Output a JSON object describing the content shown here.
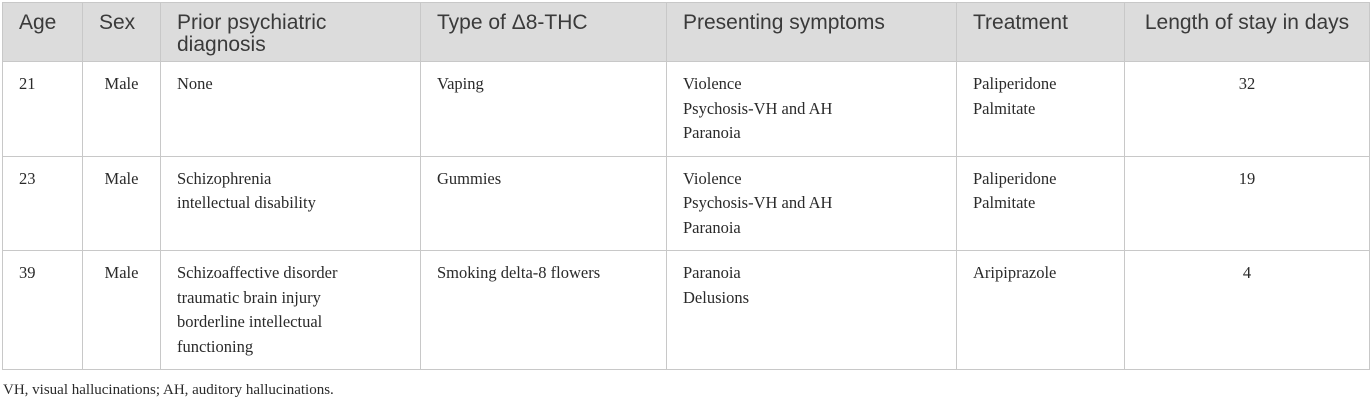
{
  "table": {
    "headers": [
      "Age",
      "Sex",
      "Prior psychiatric diagnosis",
      "Type of Δ8-THC",
      "Presenting symptoms",
      "Treatment",
      "Length of stay in days"
    ],
    "rows": [
      {
        "age": "21",
        "sex": "Male",
        "diagnosis": [
          "None"
        ],
        "type": [
          "Vaping"
        ],
        "symptoms": [
          "Violence",
          "Psychosis-VH and AH",
          "Paranoia"
        ],
        "treatment": [
          "Paliperidone",
          "Palmitate"
        ],
        "length_of_stay": "32"
      },
      {
        "age": "23",
        "sex": "Male",
        "diagnosis": [
          "Schizophrenia",
          "intellectual disability"
        ],
        "type": [
          "Gummies"
        ],
        "symptoms": [
          "Violence",
          "Psychosis-VH and AH",
          "Paranoia"
        ],
        "treatment": [
          "Paliperidone",
          "Palmitate"
        ],
        "length_of_stay": "19"
      },
      {
        "age": "39",
        "sex": "Male",
        "diagnosis": [
          "Schizoaffective disorder",
          "traumatic brain injury",
          "borderline intellectual",
          "functioning"
        ],
        "type": [
          "Smoking delta-8 flowers"
        ],
        "symptoms": [
          "Paranoia",
          "Delusions"
        ],
        "treatment": [
          "Aripiprazole"
        ],
        "length_of_stay": "4"
      }
    ]
  },
  "footnote": "VH, visual hallucinations; AH, auditory hallucinations."
}
